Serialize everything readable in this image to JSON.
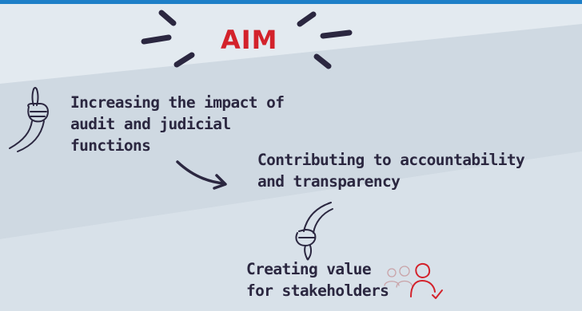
{
  "title": "AIM",
  "steps": [
    {
      "lines": [
        "Increasing the impact of",
        "audit and judicial",
        "functions"
      ]
    },
    {
      "lines": [
        "Contributing to accountability",
        "and transparency"
      ]
    },
    {
      "lines": [
        "Creating value",
        "for stakeholders"
      ]
    }
  ],
  "icons": {
    "emphasis": "emphasis-strokes-icon",
    "hand_up": "pointing-up-hand-icon",
    "arrow": "curved-arrow-icon",
    "hand_down": "pointing-down-hand-icon",
    "people": "stakeholders-people-icon"
  },
  "colors": {
    "accent": "#d3222b",
    "ink": "#2b2740",
    "top_bar": "#1e7fc8",
    "background": "#dde5ec"
  }
}
